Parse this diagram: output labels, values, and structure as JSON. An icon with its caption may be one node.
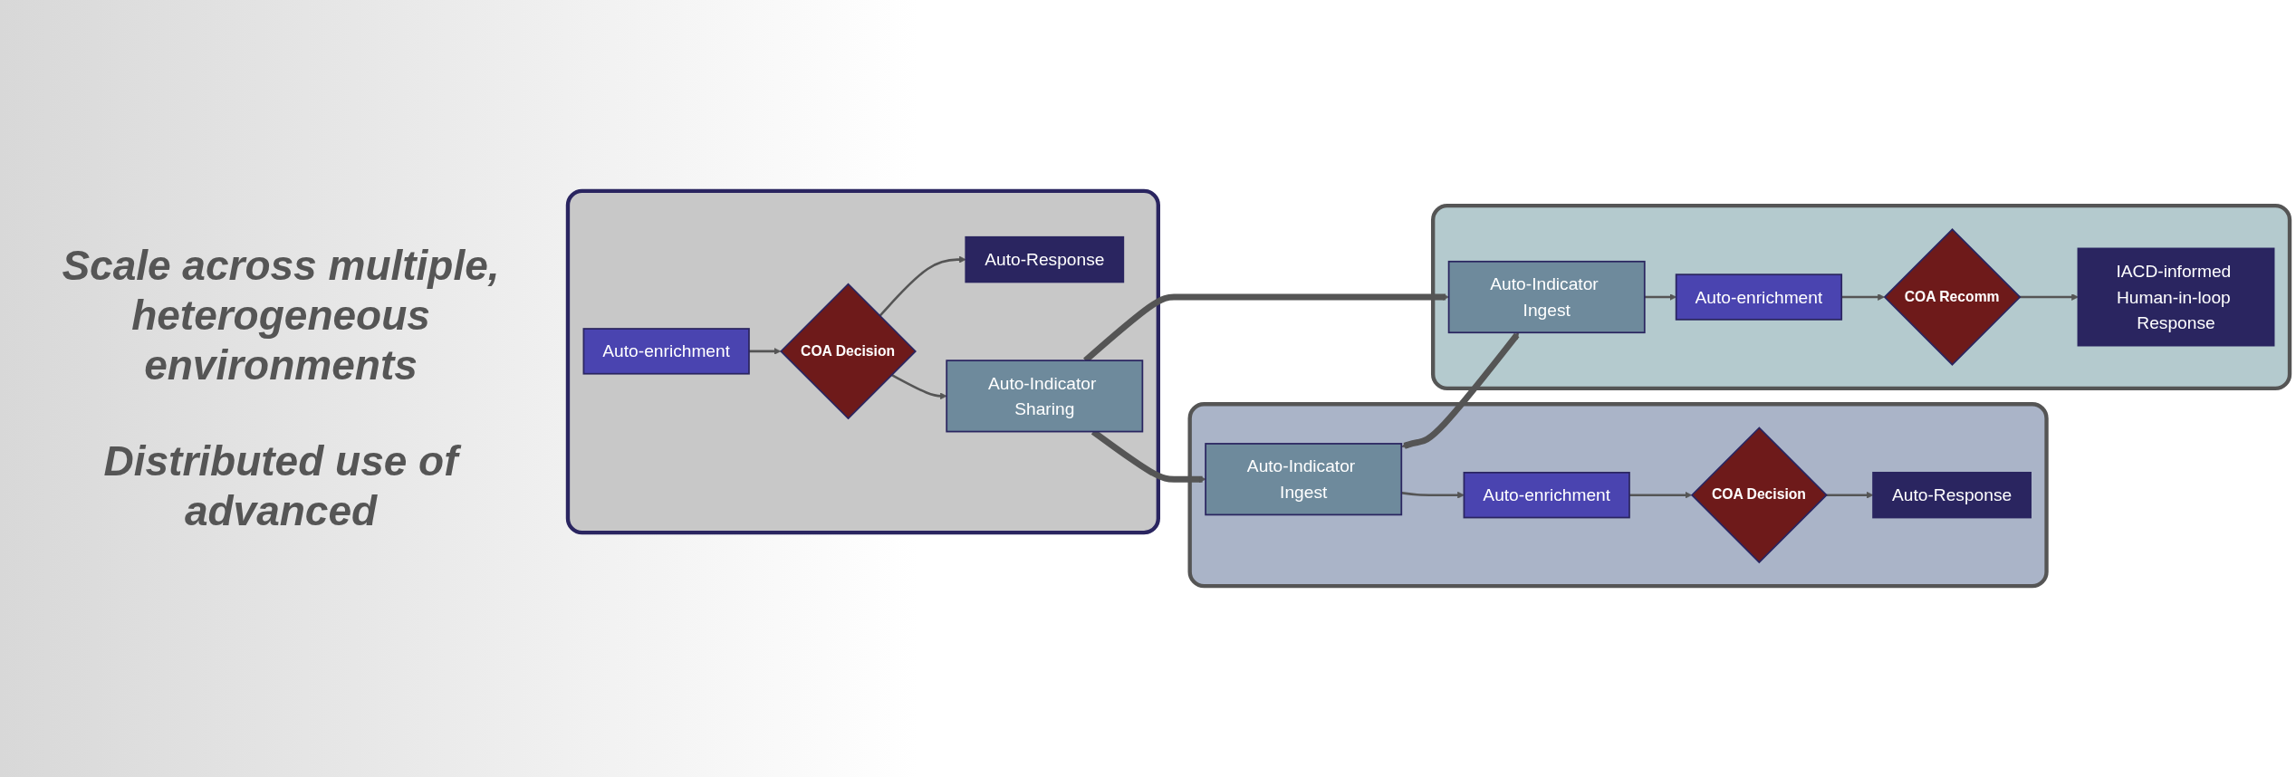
{
  "diagram": {
    "nodes": [
      {
        "text": [],
        "shape": "box"
      },
      {
        "text": [
          "Auto-enrichment"
        ],
        "in": 0
      },
      {
        "text": [
          "COA Decision"
        ],
        "in": 0
      },
      {
        "text": [
          "Auto-Response"
        ],
        "in": 0
      },
      {
        "text": [
          "Auto-Indicator Sharing"
        ],
        "in": 0
      },
      {
        "text": [],
        "shape": "box"
      },
      {
        "text": [
          "Auto-Indicator Ingest"
        ],
        "in": 5
      },
      {
        "text": [
          "Auto-enrichment"
        ],
        "in": 5
      },
      {
        "text": [
          "COA Decision"
        ],
        "in": 5
      },
      {
        "text": [
          "Auto-Response"
        ],
        "in": 5
      },
      {
        "text": [],
        "shape": "box"
      },
      {
        "text": [
          "Auto-Indicator Ingest"
        ],
        "in": 10
      },
      {
        "text": [
          "Auto-enrichment"
        ],
        "in": 10
      },
      {
        "text": [
          "COA Recomm"
        ],
        "in": 10
      },
      {
        "text": [
          "IACD-informed Human-in-loop Response"
        ],
        "in": 10
      }
    ],
    "edges": [
      {
        "from": 1,
        "to": 2,
        "arrow": "to"
      },
      {
        "from": 2,
        "to": 3,
        "arrow": "to"
      },
      {
        "from": 2,
        "to": 4,
        "arrow": "to"
      },
      {
        "from": 4,
        "to": 6,
        "arrow": "to",
        "style": "thick"
      },
      {
        "from": 4,
        "to": 11,
        "arrow": "to",
        "style": "thick"
      },
      {
        "from": 6,
        "to": 11,
        "arrow": "both",
        "style": "thick"
      },
      {
        "from": 6,
        "to": 7,
        "arrow": "to"
      },
      {
        "from": 7,
        "to": 8,
        "arrow": "to"
      },
      {
        "from": 8,
        "to": 9,
        "arrow": "to"
      },
      {
        "from": 11,
        "to": 12,
        "arrow": "to"
      },
      {
        "from": 12,
        "to": 13,
        "arrow": "to"
      },
      {
        "from": 13,
        "to": 14,
        "arrow": "to"
      }
    ],
    "labels": [
      "Scale across multiple, heterogeneous environments",
      "Distributed use of advanced"
    ]
  }
}
